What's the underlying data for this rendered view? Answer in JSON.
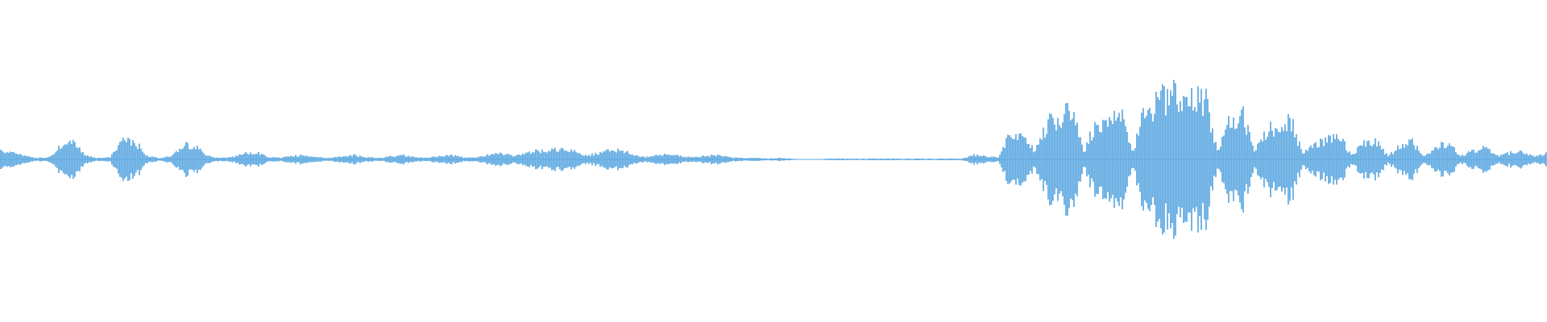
{
  "waveform": {
    "color": "#5DA9E1",
    "background": "#ffffff",
    "peaks_normalized": [
      0.12,
      0.1,
      0.05,
      0.02,
      0.03,
      0.2,
      0.22,
      0.05,
      0.02,
      0.03,
      0.24,
      0.26,
      0.05,
      0.02,
      0.04,
      0.2,
      0.18,
      0.05,
      0.02,
      0.03,
      0.08,
      0.1,
      0.03,
      0.02,
      0.05,
      0.06,
      0.03,
      0.02,
      0.04,
      0.06,
      0.03,
      0.02,
      0.04,
      0.06,
      0.03,
      0.02,
      0.05,
      0.06,
      0.03,
      0.02,
      0.06,
      0.09,
      0.05,
      0.08,
      0.12,
      0.13,
      0.14,
      0.12,
      0.05,
      0.08,
      0.13,
      0.14,
      0.06,
      0.03,
      0.06,
      0.08,
      0.04,
      0.03,
      0.05,
      0.06,
      0.03,
      0.02,
      0.02,
      0.01,
      0.02,
      0.01,
      0.0,
      0.0,
      0.01,
      0.01,
      0.01,
      0.01,
      0.01,
      0.01,
      0.01,
      0.01,
      0.01,
      0.01,
      0.01,
      0.01,
      0.06,
      0.04,
      0.03,
      0.36,
      0.4,
      0.1,
      0.5,
      0.6,
      0.7,
      0.1,
      0.5,
      0.55,
      0.65,
      0.1,
      0.65,
      0.8,
      0.88,
      0.95,
      0.92,
      0.85,
      0.1,
      0.55,
      0.68,
      0.1,
      0.4,
      0.48,
      0.55,
      0.08,
      0.2,
      0.28,
      0.32,
      0.06,
      0.22,
      0.26,
      0.05,
      0.18,
      0.24,
      0.05,
      0.18,
      0.22,
      0.05,
      0.12,
      0.16,
      0.05,
      0.09,
      0.12,
      0.04,
      0.08
    ]
  }
}
